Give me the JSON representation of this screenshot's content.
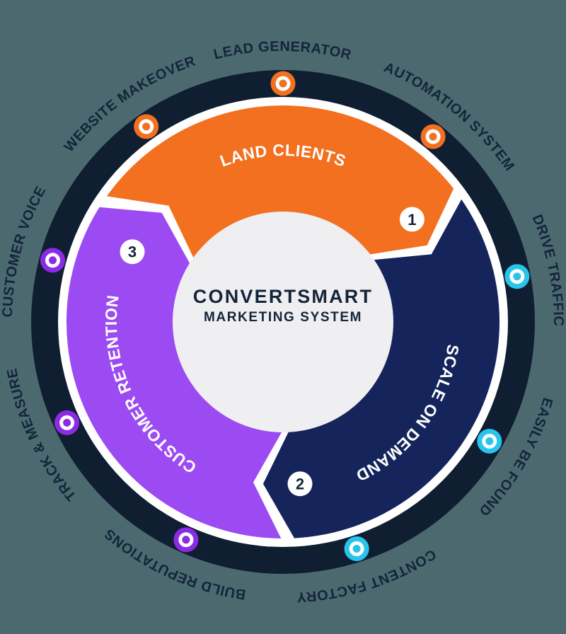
{
  "background_color": "#4C6970",
  "colors": {
    "outer_ring": "#0F1E30",
    "ring_gap": "#FFFFFF",
    "inner_circle": "#EFEFF1",
    "label_text": "#14253A",
    "number_text": "#14253A",
    "segment_label_text": "#FFFFFF",
    "badge_bg": "#FFFFFF",
    "orange": "#F2701F",
    "navy": "#15255C",
    "purple": "#9C4BF2",
    "orange_dot": "#F2701F",
    "cyan_dot": "#29C4EC",
    "purple_dot": "#8C2BE6",
    "dot_ring": "#FFFFFF"
  },
  "center": {
    "title": "CONVERTSMART",
    "subtitle": "MARKETING SYSTEM"
  },
  "segments": [
    {
      "number": "1",
      "label": "LAND CLIENTS"
    },
    {
      "number": "2",
      "label": "SCALE ON DEMAND"
    },
    {
      "number": "3",
      "label": "CUSTOMER RETENTION"
    }
  ],
  "ring_labels": [
    {
      "label": "LEAD GENERATOR"
    },
    {
      "label": "AUTOMATION SYSTEM"
    },
    {
      "label": "DRIVE TRAFFIC"
    },
    {
      "label": "EASILY BE FOUND"
    },
    {
      "label": "CONTENT FACTORY"
    },
    {
      "label": "BUILD REPUTATIONS"
    },
    {
      "label": "TRACK & MEASURE"
    },
    {
      "label": "CUSTOMER VOICE"
    },
    {
      "label": "WEBSITE MAKEOVER"
    }
  ]
}
